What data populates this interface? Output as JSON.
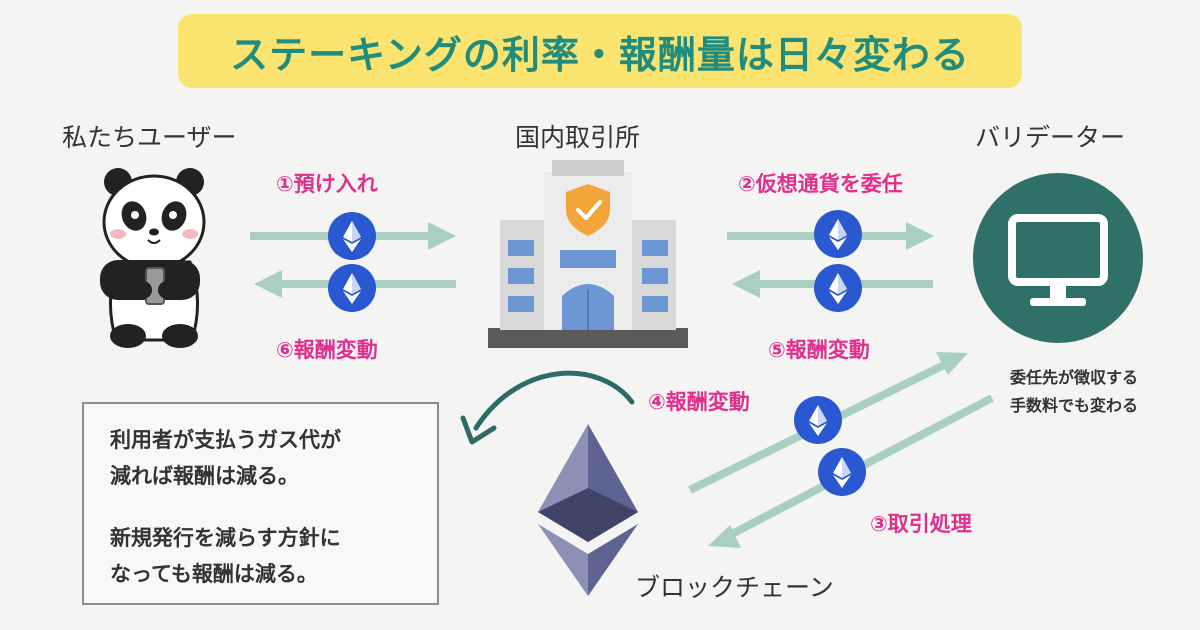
{
  "title": "ステーキングの利率・報酬量は日々変わる",
  "nodes": {
    "users": "私たちユーザー",
    "exchange": "国内取引所",
    "validator": "バリデーター",
    "blockchain": "ブロックチェーン"
  },
  "steps": {
    "s1": "①預け入れ",
    "s2": "②仮想通貨を委任",
    "s3": "③取引処理",
    "s4": "④報酬変動",
    "s5": "⑤報酬変動",
    "s6": "⑥報酬変動"
  },
  "validator_note": [
    "委任先が徴収する",
    "手数料でも変わる"
  ],
  "info_box": {
    "para1": [
      "利用者が支払うガス代が",
      "減れば報酬は減る。"
    ],
    "para2": [
      "新規発行を減らす方針に",
      "なっても報酬は減る。"
    ]
  },
  "colors": {
    "title_bg": "#fbe36f",
    "title_text": "#1f8c7d",
    "arrow": "#a9cfc1",
    "step_text": "#e0308e",
    "eth_coin": "#2a58d0",
    "validator_circle": "#2f7068"
  },
  "icons": [
    "panda-icon",
    "building-icon",
    "monitor-icon",
    "ethereum-icon",
    "curved-arrow-icon"
  ]
}
